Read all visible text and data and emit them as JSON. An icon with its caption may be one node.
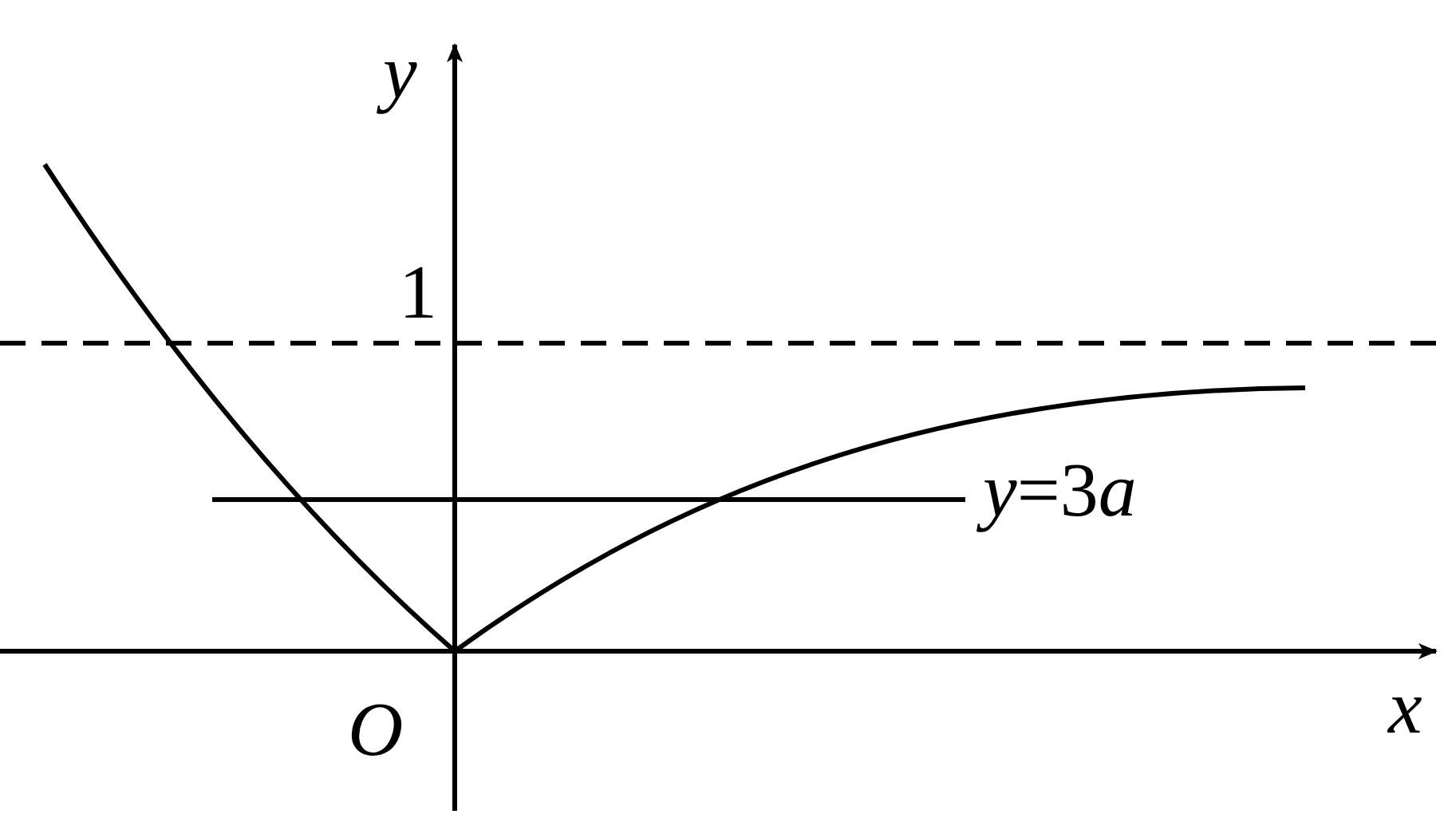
{
  "diagram": {
    "labels": [
      "y",
      "1",
      "y=3a",
      "O",
      "x"
    ]
  }
}
